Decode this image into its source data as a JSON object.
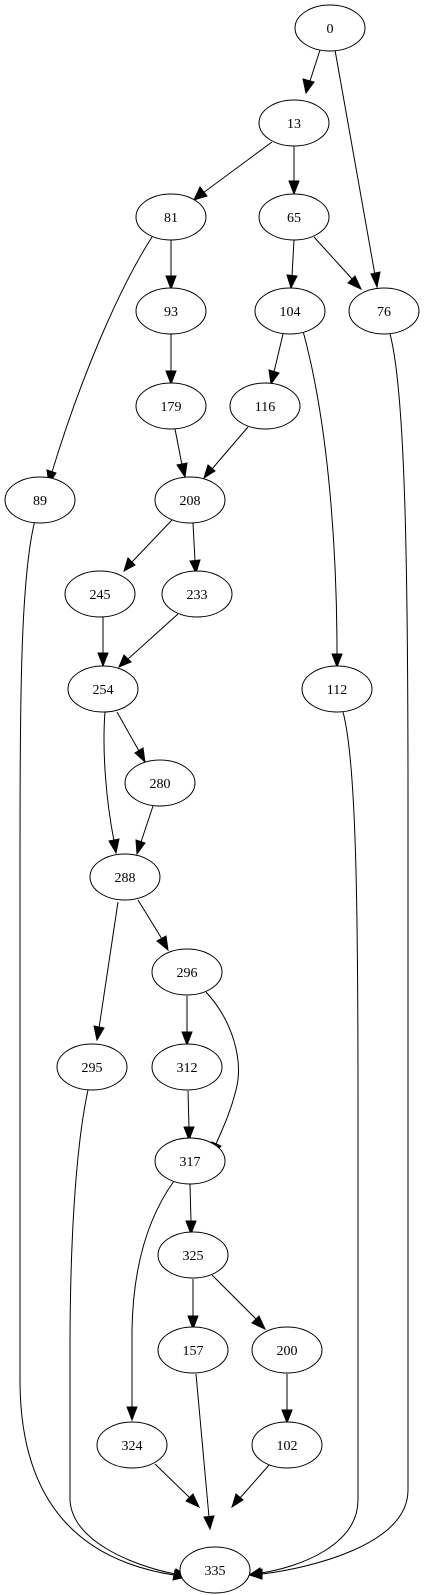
{
  "graph": {
    "nodes": [
      {
        "id": "n0",
        "label": "0"
      },
      {
        "id": "n13",
        "label": "13"
      },
      {
        "id": "n81",
        "label": "81"
      },
      {
        "id": "n65",
        "label": "65"
      },
      {
        "id": "n93",
        "label": "93"
      },
      {
        "id": "n104",
        "label": "104"
      },
      {
        "id": "n76",
        "label": "76"
      },
      {
        "id": "n179",
        "label": "179"
      },
      {
        "id": "n116",
        "label": "116"
      },
      {
        "id": "n89",
        "label": "89"
      },
      {
        "id": "n208",
        "label": "208"
      },
      {
        "id": "n245",
        "label": "245"
      },
      {
        "id": "n233",
        "label": "233"
      },
      {
        "id": "n254",
        "label": "254"
      },
      {
        "id": "n112",
        "label": "112"
      },
      {
        "id": "n280",
        "label": "280"
      },
      {
        "id": "n288",
        "label": "288"
      },
      {
        "id": "n296",
        "label": "296"
      },
      {
        "id": "n295",
        "label": "295"
      },
      {
        "id": "n312",
        "label": "312"
      },
      {
        "id": "n317",
        "label": "317"
      },
      {
        "id": "n325",
        "label": "325"
      },
      {
        "id": "n157",
        "label": "157"
      },
      {
        "id": "n200",
        "label": "200"
      },
      {
        "id": "n324",
        "label": "324"
      },
      {
        "id": "n102",
        "label": "102"
      },
      {
        "id": "n335",
        "label": "335"
      }
    ],
    "edges": [
      {
        "from": "0",
        "to": "13"
      },
      {
        "from": "0",
        "to": "76"
      },
      {
        "from": "13",
        "to": "81"
      },
      {
        "from": "13",
        "to": "65"
      },
      {
        "from": "81",
        "to": "93"
      },
      {
        "from": "81",
        "to": "89"
      },
      {
        "from": "65",
        "to": "104"
      },
      {
        "from": "65",
        "to": "76"
      },
      {
        "from": "93",
        "to": "179"
      },
      {
        "from": "104",
        "to": "116"
      },
      {
        "from": "104",
        "to": "112"
      },
      {
        "from": "76",
        "to": "335"
      },
      {
        "from": "179",
        "to": "208"
      },
      {
        "from": "116",
        "to": "208"
      },
      {
        "from": "89",
        "to": "335"
      },
      {
        "from": "208",
        "to": "245"
      },
      {
        "from": "208",
        "to": "233"
      },
      {
        "from": "245",
        "to": "254"
      },
      {
        "from": "233",
        "to": "254"
      },
      {
        "from": "254",
        "to": "280"
      },
      {
        "from": "254",
        "to": "288"
      },
      {
        "from": "112",
        "to": "335"
      },
      {
        "from": "280",
        "to": "288"
      },
      {
        "from": "288",
        "to": "296"
      },
      {
        "from": "288",
        "to": "295"
      },
      {
        "from": "296",
        "to": "312"
      },
      {
        "from": "296",
        "to": "317"
      },
      {
        "from": "295",
        "to": "335"
      },
      {
        "from": "312",
        "to": "317"
      },
      {
        "from": "317",
        "to": "325"
      },
      {
        "from": "317",
        "to": "324"
      },
      {
        "from": "325",
        "to": "157"
      },
      {
        "from": "325",
        "to": "200"
      },
      {
        "from": "157",
        "to": "335"
      },
      {
        "from": "200",
        "to": "102"
      },
      {
        "from": "324",
        "to": "335"
      },
      {
        "from": "102",
        "to": "335"
      }
    ]
  }
}
